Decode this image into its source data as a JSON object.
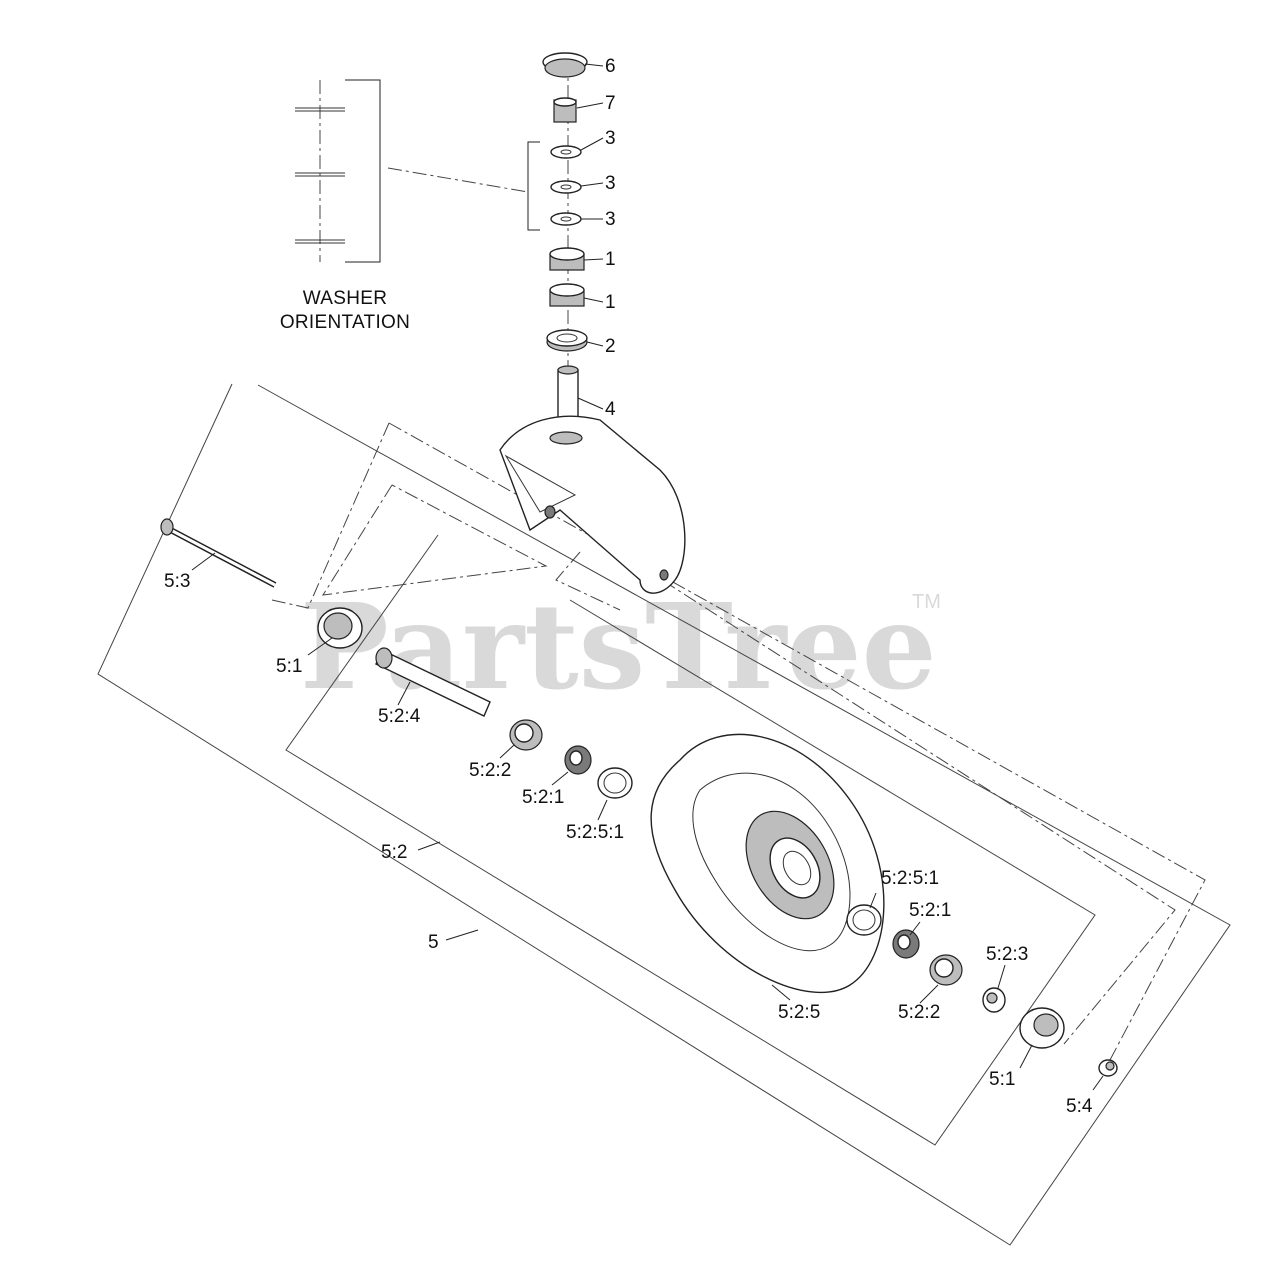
{
  "watermark": {
    "text": "PartsTree",
    "trademark": "TM"
  },
  "washer_orientation": {
    "line1": "WASHER",
    "line2": "ORIENTATION"
  },
  "callouts": {
    "c6": "6",
    "c7": "7",
    "c3a": "3",
    "c3b": "3",
    "c3c": "3",
    "c1a": "1",
    "c1b": "1",
    "c2": "2",
    "c4": "4",
    "c5_3": "5:3",
    "c5_1_left": "5:1",
    "c5_2_4": "5:2:4",
    "c5_2_2_left": "5:2:2",
    "c5_2_1_left": "5:2:1",
    "c5_2_5_1_left": "5:2:5:1",
    "c5_2": "5:2",
    "c5": "5",
    "c5_2_5_1_right": "5:2:5:1",
    "c5_2_1_right": "5:2:1",
    "c5_2_3": "5:2:3",
    "c5_2_5": "5:2:5",
    "c5_2_2_right": "5:2:2",
    "c5_1_right": "5:1",
    "c5_4": "5:4"
  },
  "colors": {
    "line": "#222222",
    "watermark": "#d9d9d9",
    "part_shade": "#bdbdbd"
  }
}
